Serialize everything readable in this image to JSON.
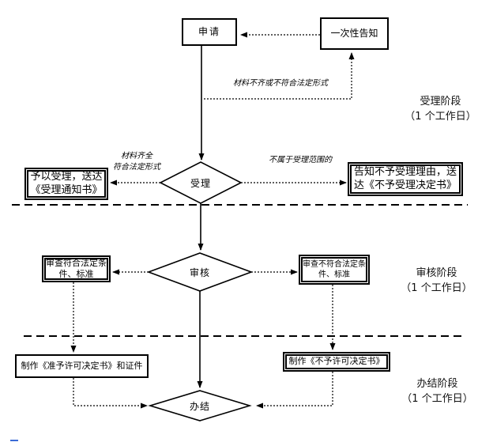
{
  "nodes": {
    "apply": {
      "label": "申请"
    },
    "one_time_notice": {
      "label": "一次性告知"
    },
    "accept": {
      "label": "受理"
    },
    "accept_granted": {
      "label": "予以受理，送达《受理通知书》"
    },
    "accept_denied": {
      "label": "告知不予受理理由，送达《不予受理决定书》"
    },
    "review": {
      "label": "审核"
    },
    "review_pass": {
      "label": "审查符合法定条件、标准"
    },
    "review_fail": {
      "label": "审查不符合法定条件、标准"
    },
    "make_license": {
      "label": "制作《准予许可决定书》和证件"
    },
    "make_denial": {
      "label": "制作《不予许可决定书》"
    },
    "complete": {
      "label": "办结"
    }
  },
  "edge_labels": {
    "materials_incomplete": "材料不齐或不符合法定形式",
    "materials_complete": {
      "line1": "材料齐全",
      "line2": "符合法定形式"
    },
    "out_of_scope": "不属于受理范围的"
  },
  "stage_labels": [
    {
      "line1": "受理阶段",
      "line2": "（1 个工作日）"
    },
    {
      "line1": "审核阶段",
      "line2": "（1 个工作日）"
    },
    {
      "line1": "办结阶段",
      "line2": "（1 个工作日）"
    }
  ],
  "colors": {
    "line": "#000000",
    "background": "#ffffff",
    "text": "#000000",
    "artifact_mark": "#3b6bd6"
  }
}
